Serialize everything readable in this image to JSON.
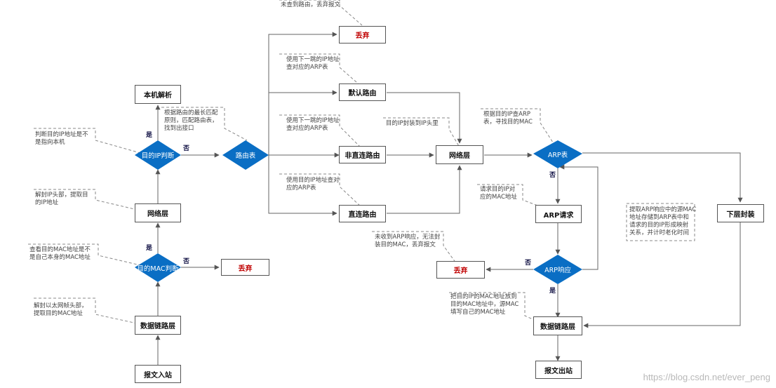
{
  "boxes": {
    "local_parse": "本机解析",
    "network_layer_left": "网络层",
    "discard_mac": "丢弃",
    "datalink_left": "数据链路层",
    "packet_in": "报文入站",
    "discard_top": "丢弃",
    "default_route": "默认路由",
    "indirect_route": "非直连路由",
    "direct_route": "直连路由",
    "network_layer_mid": "网络层",
    "arp_request": "ARP请求",
    "discard_arp": "丢弃",
    "datalink_right": "数据链路层",
    "packet_out": "报文出站",
    "lower_encap": "下层封装"
  },
  "diamonds": {
    "ip_check": "目的IP判断",
    "mac_check": "目的MAC判断",
    "route_table": "路由表",
    "arp_table": "ARP表",
    "arp_reply": "ARP响应"
  },
  "labels": {
    "yes_ip": "是",
    "no_ip": "否",
    "yes_mac": "是",
    "no_mac": "否",
    "no_arp_table": "否",
    "no_arp_reply": "否",
    "yes_arp_reply": "是"
  },
  "notes": {
    "no_route": "未查到路由，丢弃报文",
    "next_hop_default": "使用下一跳的IP地址\n查对应的ARP表",
    "next_hop_indirect": "使用下一跳的IP地址\n查对应的ARP表",
    "direct_ip": "使用目的IP地址查对\n应的ARP表",
    "longest_match": "根据路由的最长匹配\n原则，匹配路由表，\n找到出接口",
    "check_dest_ip": "判断目的IP地址是不\n是指向本机",
    "decap_ip": "解封IP头部，提取目\n的IP地址",
    "check_dest_mac": "查看目的MAC地址是不\n是自己本身的MAC地址",
    "decap_eth": "解封以太网帧头部，\n提取目的MAC地址",
    "encap_ip": "目的IP封装到IP头里",
    "arp_lookup": "根据目的IP查ARP\n表，寻找目的MAC",
    "arp_request_note": "请求目的IP对\n应的MAC地址",
    "arp_reply_note": "提取ARP响应中的源MAC\n地址存储到ARP表中和\n请求的目的IP形成映射\n关系，并计时老化时间",
    "no_arp_reply_note": "未收到ARP响应，无法封\n装目的MAC，丢弃报文",
    "encap_mac": "把目的IP的MAC地址放到\n目的MAC地址中，源MAC\n填写自己的MAC地址"
  },
  "watermark": "https://blog.csdn.net/ever_peng",
  "colors": {
    "diamond": "#0a6ec4",
    "discard_text": "#c00000",
    "line": "#666666",
    "note_line": "#888888"
  }
}
